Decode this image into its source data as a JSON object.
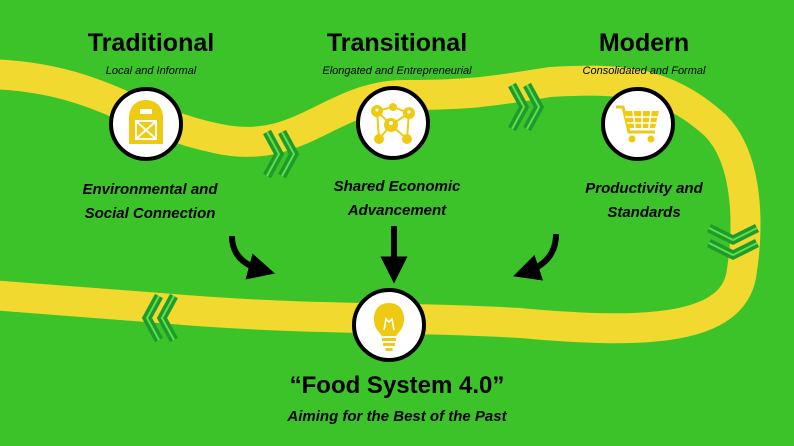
{
  "stages": [
    {
      "title": "Traditional",
      "subtitle": "Local and Informal",
      "benefit_line1": "Environmental and",
      "benefit_line2": "Social Connection",
      "icon": "barn-icon"
    },
    {
      "title": "Transitional",
      "subtitle": "Elongated and Entrepreneurial",
      "benefit_line1": "Shared Economic",
      "benefit_line2": "Advancement",
      "icon": "network-people-icon"
    },
    {
      "title": "Modern",
      "subtitle": "Consolidated and Formal",
      "benefit_line1": "Productivity and",
      "benefit_line2": "Standards",
      "icon": "shopping-cart-icon"
    }
  ],
  "goal": {
    "title": "“Food System 4.0”",
    "subtitle": "Aiming for the Best of the Past",
    "icon": "lightbulb-icon"
  },
  "colors": {
    "background": "#3cc32a",
    "road": "#f2d930",
    "icon": "#eecb12",
    "chevron": "#1f9a2c"
  }
}
